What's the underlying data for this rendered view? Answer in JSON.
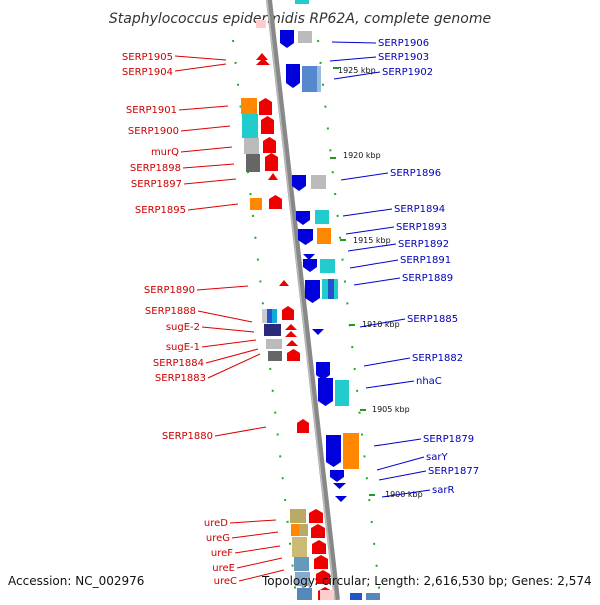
{
  "title": "Staphylococcus epidermidis RP62A, complete genome",
  "footer": {
    "accession": "Accession: NC_002976",
    "topology": "Topology: circular; Length: 2,616,530 bp; Genes: 2,574"
  },
  "colors": {
    "forward": "#ee0000",
    "reverse": "#0000dd",
    "backbone": "#888888",
    "tick": "#229922"
  },
  "kbp_markers": [
    "1925 kbp",
    "1920 kbp",
    "1915 kbp",
    "1910 kbp",
    "1905 kbp",
    "1900 kbp"
  ],
  "left_labels": [
    "SERP1905",
    "SERP1904",
    "SERP1901",
    "SERP1900",
    "murQ",
    "SERP1898",
    "SERP1897",
    "SERP1895",
    "SERP1890",
    "SERP1888",
    "sugE-2",
    "sugE-1",
    "SERP1884",
    "SERP1883",
    "SERP1880",
    "ureD",
    "ureG",
    "ureF",
    "ureE",
    "ureC"
  ],
  "right_labels": [
    "SERP1906",
    "SERP1903",
    "SERP1902",
    "SERP1896",
    "SERP1894",
    "SERP1893",
    "SERP1892",
    "SERP1891",
    "SERP1889",
    "SERP1885",
    "SERP1882",
    "nhaC",
    "SERP1879",
    "sarY",
    "SERP1877",
    "sarR"
  ]
}
